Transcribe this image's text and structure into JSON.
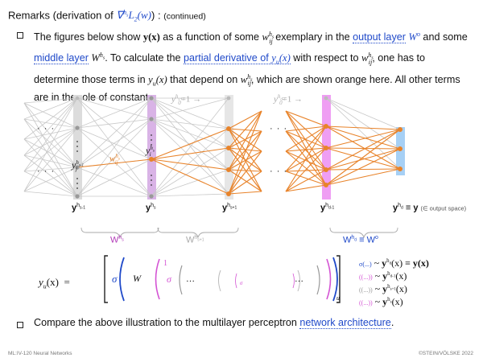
{
  "header": {
    "remarks": "Remarks (derivation of ",
    "grad_symbol": "∇",
    "grad_sup": "h",
    "grad_sup_sub": "s",
    "grad_fn": "L",
    "grad_fn_sub": "2",
    "grad_arg": "(w)",
    "close": ") :",
    "continued": "(continued)"
  },
  "paragraph": {
    "p1": "The figures below show ",
    "y_of_x": "y(x)",
    "p2": " as a function of some ",
    "w_sym": "w",
    "w_sub": "ij",
    "w_sup": "h",
    "w_sup_sub": "s",
    "p3": " exemplary in the ",
    "link_output": "output layer",
    "W_o": "W",
    "W_o_sup": "o",
    "p4": " and some ",
    "link_middle": "middle layer",
    "W_hs": "W",
    "W_hs_sup": "h",
    "W_hs_sup_sub": "s",
    "p5": ". To calculate the ",
    "link_partial": "partial derivative of",
    "yu": "y",
    "yu_sub": "u",
    "yu_arg": "(x)",
    "p6": " with respect to ",
    "p7": ", one has to determine those terms in ",
    "p8": " that depend on ",
    "p9": ", which are shown orange here. All other terms are in the role of constants."
  },
  "diagram": {
    "dots": "· · ·",
    "y0_a_base": "y",
    "y0_a_sub": "0",
    "y0_a_sup": "h",
    "y0_a_sup_sub": "s+1",
    "y0_b_base": "y",
    "y0_b_sub": "0",
    "y0_b_sup": "h",
    "y0_b_sup_sub": "d-1",
    "equals_one": "=1",
    "arrow": "→",
    "yj_base": "y",
    "yj_sup": "h",
    "yj_sup_sub": "s-1",
    "yj_sub": "j",
    "yi_base": "y",
    "yi_sup": "h",
    "yi_sup_sub": "s",
    "yi_sub": "i",
    "wij_base": "w",
    "wij_sub": "ij",
    "wij_sup": "h",
    "wij_sup_sub": "s",
    "layer_labels": [
      {
        "base": "y",
        "sup": "h",
        "sup_sub": "s-1"
      },
      {
        "base": "y",
        "sup": "h",
        "sup_sub": "s"
      },
      {
        "base": "y",
        "sup": "h",
        "sup_sub": "s+1"
      },
      {
        "base": "y",
        "sup": "h",
        "sup_sub": "d-1"
      },
      {
        "base": "y",
        "sup": "h",
        "sup_sub": "d"
      }
    ],
    "equiv": "≡",
    "y_final": "y",
    "output_space": "(∈ output space)",
    "brace_labels": [
      {
        "base": "W",
        "sup": "h",
        "sup_sub": "s"
      },
      {
        "base": "W",
        "sup": "h",
        "sup_sub": "s+1"
      },
      {
        "base": "W",
        "sup": "h",
        "sup_sub": "d",
        "extra_equiv": "≡",
        "extra_base": "W",
        "extra_sup": "o"
      }
    ]
  },
  "equation": {
    "lhs": "y",
    "lhs_sub": "u",
    "lhs_arg": "(x)",
    "eq": "=",
    "sigma": "σ",
    "W": "W",
    "sub_u": "u",
    "one": "1",
    "ellipsis": "…",
    "legend": [
      {
        "prefix": "σ(...)",
        "tilde": "~",
        "base": "y",
        "sup": "h",
        "sup_sub": "d",
        "arg": "(x)",
        "equiv": "≡",
        "rhs": "y(x)"
      },
      {
        "prefix": "((...))",
        "tilde": "~",
        "base": "y",
        "sup": "h",
        "sup_sub": "d-1",
        "arg": "(x)"
      },
      {
        "prefix": "((...))",
        "tilde": "~",
        "base": "y",
        "sup": "h",
        "sup_sub": "s+1",
        "arg": "(x)"
      },
      {
        "prefix": "((...))",
        "tilde": "~",
        "base": "y",
        "sup": "h",
        "sup_sub": "s",
        "arg": "(x)"
      }
    ]
  },
  "compare": {
    "text": "Compare the above illustration to the multilayer perceptron ",
    "link": "network architecture",
    "end": "."
  },
  "footer": {
    "left": "ML:IV-120   Neural Networks",
    "right": "©STEIN/VÖLSKE 2022"
  },
  "colors": {
    "orange": "#e8832a",
    "purple": "#b07cc6",
    "magenta": "#d454d4",
    "blue": "#4a9ee8",
    "gray": "#aaaaaa",
    "link": "#1f49c9"
  }
}
